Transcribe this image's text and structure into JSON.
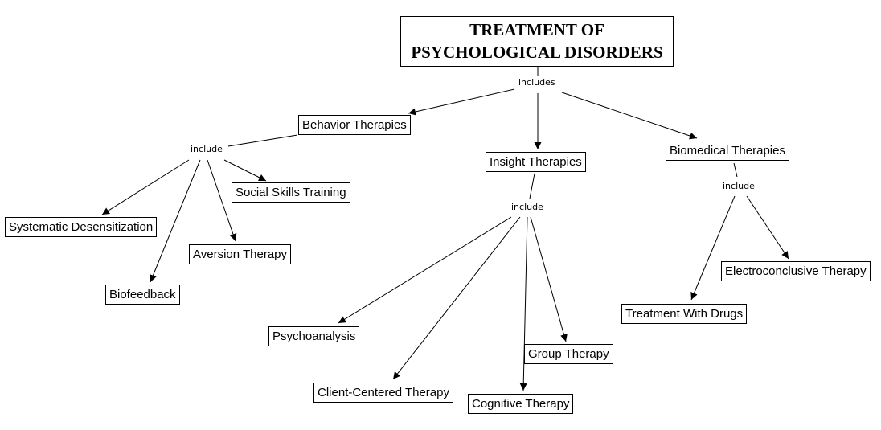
{
  "root": {
    "line1": "TREATMENT OF",
    "line2": "PSYCHOLOGICAL DISORDERS"
  },
  "links": {
    "root": "includes",
    "behavior": "include",
    "insight": "include",
    "biomedical": "include"
  },
  "nodes": {
    "behavior": "Behavior Therapies",
    "insight": "Insight Therapies",
    "biomedical": "Biomedical Therapies",
    "systematic": "Systematic Desensitization",
    "biofeedback": "Biofeedback",
    "aversion": "Aversion Therapy",
    "social": "Social Skills Training",
    "psychoanalysis": "Psychoanalysis",
    "client": "Client-Centered Therapy",
    "cognitive": "Cognitive Therapy",
    "group": "Group Therapy",
    "drugs": "Treatment With Drugs",
    "ect": "Electroconclusive Therapy"
  }
}
